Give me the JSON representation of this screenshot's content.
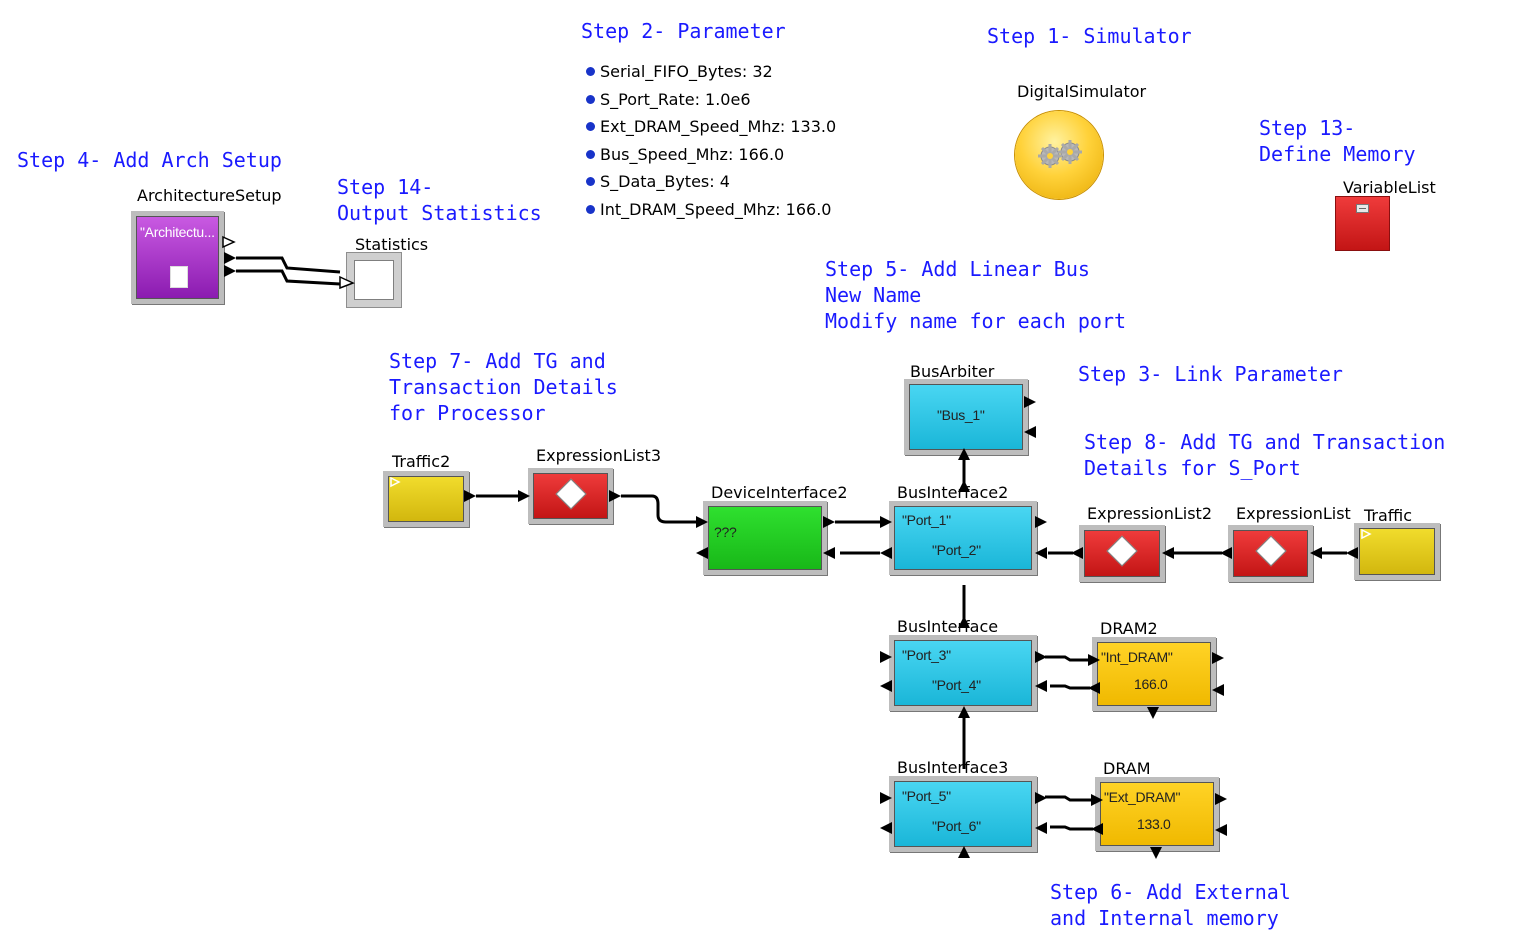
{
  "steps": {
    "s1": "Step 1- Simulator",
    "s2": "Step 2- Parameter",
    "s3": "Step 3- Link Parameter",
    "s4": "Step 4- Add Arch Setup",
    "s5": "Step 5- Add Linear Bus\nNew Name\nModify name for each port",
    "s6": "Step 6- Add External\nand Internal memory",
    "s7": "Step 7- Add TG and\nTransaction Details\nfor Processor",
    "s8": "Step 8- Add TG and Transaction\nDetails for S_Port",
    "s13": "Step 13-\nDefine Memory",
    "s14": "Step 14-\nOutput Statistics"
  },
  "parameters": [
    "Serial_FIFO_Bytes: 32",
    "S_Port_Rate: 1.0e6",
    "Ext_DRAM_Speed_Mhz: 133.0",
    "Bus_Speed_Mhz: 166.0",
    "S_Data_Bytes: 4",
    "Int_DRAM_Speed_Mhz: 166.0"
  ],
  "blocks": {
    "digital_simulator": "DigitalSimulator",
    "variable_list": "VariableList",
    "architecture_setup": "ArchitectureSetup",
    "architecture_text": "\"Architectu...",
    "statistics": "Statistics",
    "bus_arbiter": "BusArbiter",
    "bus_arbiter_text": "\"Bus_1\"",
    "traffic2": "Traffic2",
    "expression_list3": "ExpressionList3",
    "device_interface2": "DeviceInterface2",
    "device_interface2_text": "???",
    "bus_interface2": "BusInterface2",
    "bus_interface2_port_a": "\"Port_1\"",
    "bus_interface2_port_b": "\"Port_2\"",
    "expression_list2": "ExpressionList2",
    "expression_list": "ExpressionList",
    "traffic": "Traffic",
    "bus_interface": "BusInterface",
    "bus_interface_port_a": "\"Port_3\"",
    "bus_interface_port_b": "\"Port_4\"",
    "dram2": "DRAM2",
    "dram2_name": "\"Int_DRAM\"",
    "dram2_speed": "166.0",
    "bus_interface3": "BusInterface3",
    "bus_interface3_port_a": "\"Port_5\"",
    "bus_interface3_port_b": "\"Port_6\"",
    "dram": "DRAM",
    "dram_name": "\"Ext_DRAM\"",
    "dram_speed": "133.0"
  },
  "colors": {
    "step_text": "#1a1aff",
    "bus_interface": "#1ab6d8",
    "expression_list": "#c31515",
    "traffic": "#d2b70e",
    "dram": "#f0b900",
    "device_interface": "#18b818",
    "architecture_setup": "#8b1bb0"
  }
}
